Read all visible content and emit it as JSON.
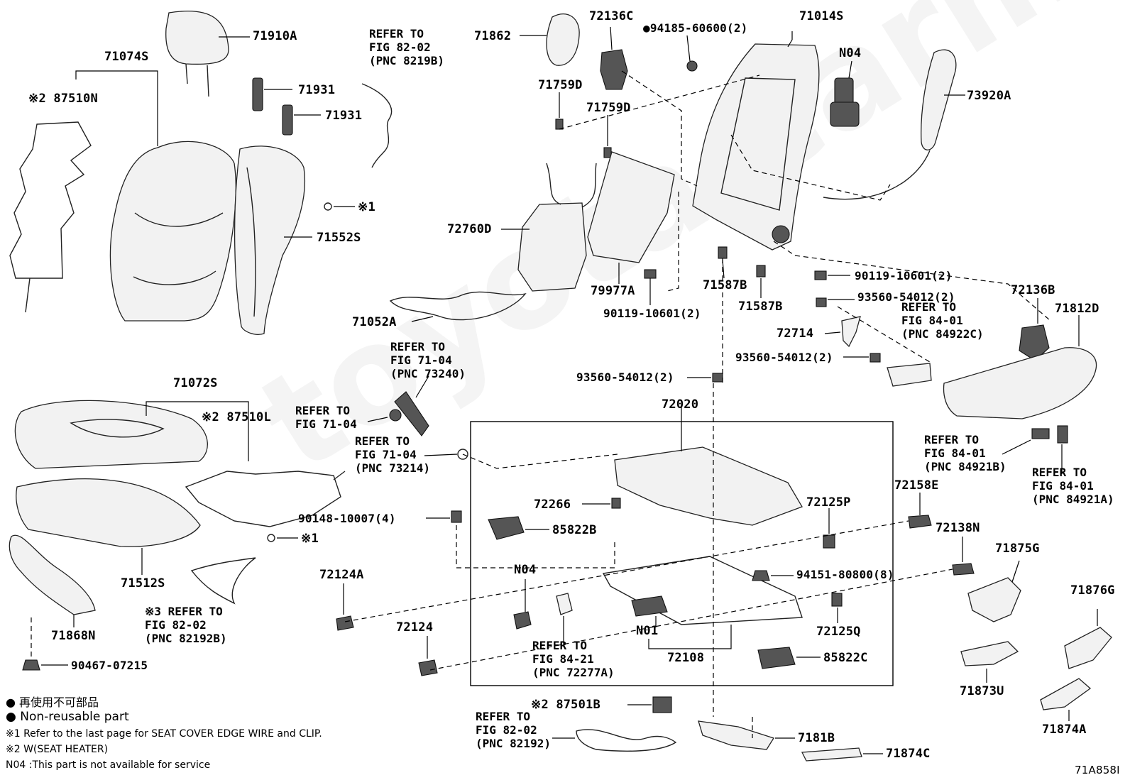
{
  "watermark": "toyota-carmine.ru",
  "diagram_code": "71A858I",
  "part_labels": {
    "p71910A": "71910A",
    "p71074S": "71074S",
    "p87510N": "※2 87510N",
    "p71931a": "71931",
    "p71931b": "71931",
    "p71552S": "71552S",
    "p71862": "71862",
    "p72136C": "72136C",
    "p94185": "●94185-60600(2)",
    "p71014S": "71014S",
    "pN04top": "N04",
    "p73920A": "73920A",
    "p71759Da": "71759D",
    "p71759Db": "71759D",
    "p72760D": "72760D",
    "p79977A": "79977A",
    "p90119a": "90119-10601(2)",
    "p71587Ba": "71587B",
    "p71587Bb": "71587B",
    "p90119b": "90119-10601(2)",
    "p93560a": "93560-54012(2)",
    "p72714": "72714",
    "p93560b": "93560-54012(2)",
    "p72136B": "72136B",
    "p71812D": "71812D",
    "p71052A": "71052A",
    "p93560c": "93560-54012(2)",
    "p72020": "72020",
    "p71072S": "71072S",
    "p87510L": "※2 87510L",
    "p90148": "90148-10007(4)",
    "p72266": "72266",
    "p85822B": "85822B",
    "p72125P": "72125P",
    "p72158E": "72158E",
    "p72138N": "72138N",
    "p94151": "94151-80800(8)",
    "p71875G": "71875G",
    "p72124A": "72124A",
    "pN04mid": "N04",
    "p71512S": "71512S",
    "p71876G": "71876G",
    "pN01": "N01",
    "p72125Q": "72125Q",
    "p72124": "72124",
    "p72108": "72108",
    "p85822C": "85822C",
    "p71868N": "71868N",
    "p71873U": "71873U",
    "p90467": "90467-07215",
    "p87501B": "※2 87501B",
    "p7181B": "7181B",
    "p71874C": "71874C",
    "p71874A": "71874A",
    "pX1a": "※1",
    "pX1b": "※1"
  },
  "refer_labels": {
    "r8219B": "REFER TO\nFIG 82-02\n(PNC 8219B)",
    "r84922C": "REFER TO\nFIG 84-01\n(PNC 84922C)",
    "r73240": "REFER TO\nFIG 71-04\n(PNC 73240)",
    "r7104a": "REFER TO\nFIG 71-04",
    "r73214": "REFER TO\nFIG 71-04\n(PNC 73214)",
    "r84921B": "REFER TO\nFIG 84-01\n(PNC 84921B)",
    "r84921A": "REFER TO\nFIG 84-01\n(PNC 84921A)",
    "r82192B": "※3 REFER TO\nFIG 82-02\n(PNC 82192B)",
    "r72277A": "REFER TO\nFIG 84-21\n(PNC 72277A)",
    "r82192": "REFER TO\nFIG 82-02\n(PNC 82192)"
  },
  "legend": {
    "line1": "● 再使用不可部品",
    "line2": "● Non-reusable part",
    "line3": "※1 Refer to the last page for SEAT COVER EDGE WIRE and CLIP.",
    "line4": "※2 W(SEAT HEATER)",
    "line5": "N04 :This part is not available for service"
  }
}
